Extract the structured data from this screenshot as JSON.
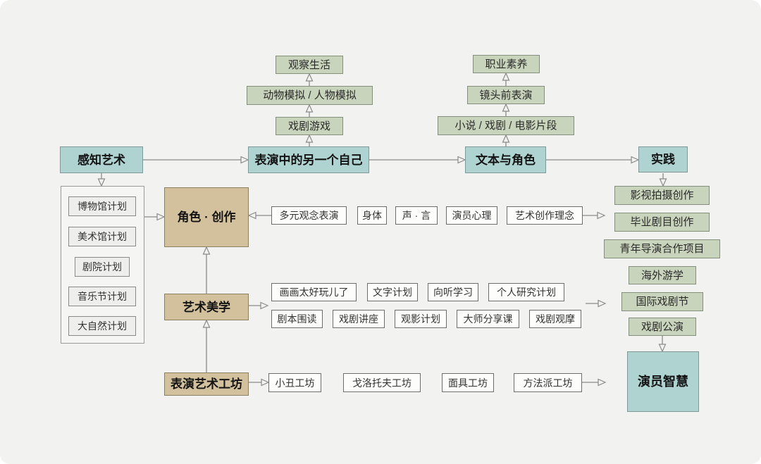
{
  "diagram": {
    "background_color": "#f2f2f1",
    "node_colors": {
      "teal": "#aed3d1",
      "green": "#c9d4bc",
      "tan": "#d2c19c",
      "white": "#fdfdfc"
    },
    "main_flow": [
      "感知艺术",
      "表演中的另一个自己",
      "文本与角色",
      "实践"
    ],
    "top_left_chain": [
      "观察生活",
      "动物模拟 / 人物模拟",
      "戏剧游戏"
    ],
    "top_right_chain": [
      "职业素养",
      "镜头前表演",
      "小说 / 戏剧 / 电影片段"
    ],
    "perception_plans": [
      "博物馆计划",
      "美术馆计划",
      "剧院计划",
      "音乐节计划",
      "大自然计划"
    ],
    "hubs": {
      "role_creation": "角色 · 创作",
      "art_aesthetics": "艺术美学",
      "performance_workshop": "表演艺术工坊"
    },
    "role_creation_items": [
      "多元观念表演",
      "身体",
      "声 · 言",
      "演员心理",
      "艺术创作理念"
    ],
    "aesthetics_items_row1": [
      "画画太好玩儿了",
      "文字计划",
      "向听学习",
      "个人研究计划"
    ],
    "aesthetics_items_row2": [
      "剧本围读",
      "戏剧讲座",
      "观影计划",
      "大师分享课",
      "戏剧观摩"
    ],
    "workshop_items": [
      "小丑工坊",
      "戈洛托夫工坊",
      "面具工坊",
      "方法派工坊"
    ],
    "practice_items": [
      "影视拍摄创作",
      "毕业剧目创作",
      "青年导演合作项目",
      "海外游学",
      "国际戏剧节",
      "戏剧公演"
    ],
    "outcome": "演员智慧"
  }
}
